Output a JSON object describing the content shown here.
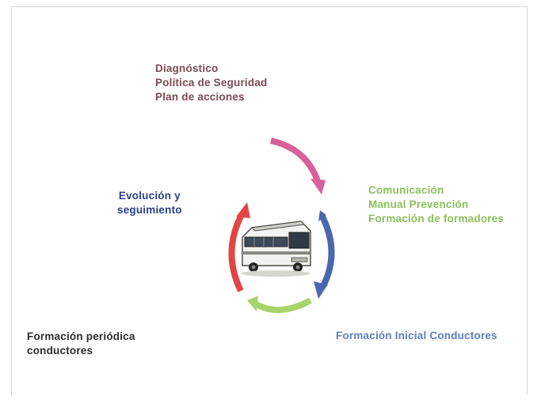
{
  "stages": {
    "plan": {
      "lines": [
        "Diagnóstico",
        "Política de Seguridad",
        "Plan de acciones"
      ],
      "color": "#7b4a52"
    },
    "communication": {
      "lines": [
        "Comunicación",
        "Manual Prevención",
        "Formación de formadores"
      ],
      "color": "#8cbf5a"
    },
    "initial_training": {
      "lines": [
        "Formación Inicial Conductores"
      ],
      "color": "#5a7fbf"
    },
    "periodic_training": {
      "lines": [
        "Formación periódica",
        "conductores"
      ],
      "color": "#2c2c2c"
    },
    "evolution": {
      "lines": [
        "Evolución y",
        "seguimiento"
      ],
      "color": "#2b3f8c"
    }
  },
  "arrows": [
    {
      "name": "arrow-pink",
      "color": "#d9609a"
    },
    {
      "name": "arrow-blue",
      "color": "#4a67b0"
    },
    {
      "name": "arrow-green",
      "color": "#a8d46a"
    },
    {
      "name": "arrow-red",
      "color": "#e04646"
    }
  ],
  "center_icon": "bus-icon"
}
